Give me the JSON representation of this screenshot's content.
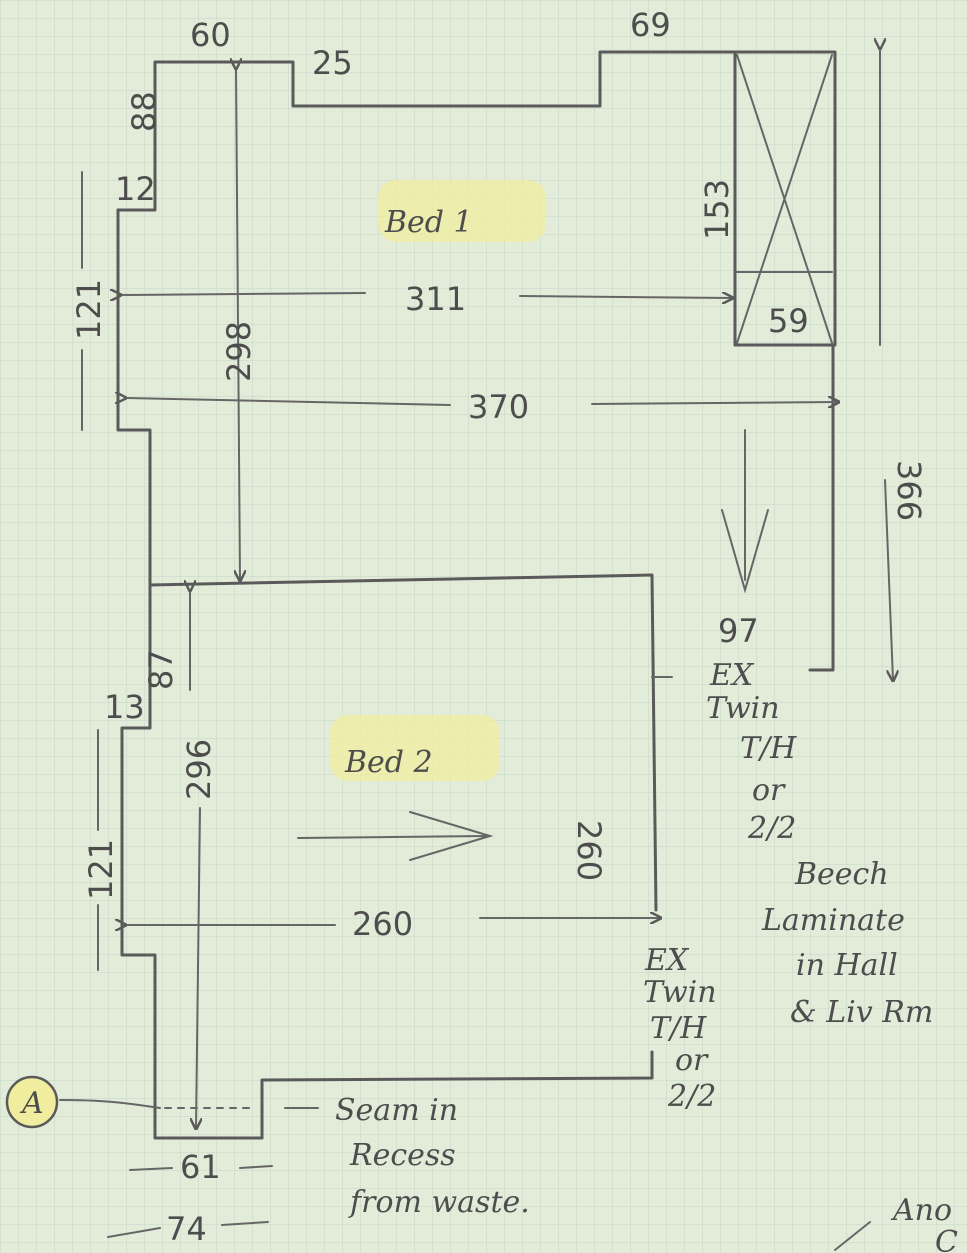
{
  "rooms": {
    "bed1": "Bed 1",
    "bed2": "Bed 2"
  },
  "dimensions": {
    "d60": "60",
    "d69": "69",
    "d25": "25",
    "d88": "88",
    "d12": "12",
    "d153": "153",
    "d59": "59",
    "d311": "311",
    "d121a": "121",
    "d298": "298",
    "d370": "370",
    "d366": "366",
    "d97": "97",
    "d87": "87",
    "d13": "13",
    "d296": "296",
    "d121b": "121",
    "d260h": "260",
    "d260v": "260",
    "d61": "61",
    "d74": "74"
  },
  "notes": {
    "ex1": [
      "EX",
      "Twin",
      "T/H",
      "or",
      "2/2"
    ],
    "ex2": [
      "EX",
      "Twin",
      "T/H",
      "or",
      "2/2"
    ],
    "beech": [
      "Beech",
      "Laminate",
      "in Hall",
      "& Liv Rm"
    ],
    "seam": [
      "Seam in",
      "Recess",
      "from waste."
    ],
    "marker": "A",
    "corner": [
      "Ano",
      "C"
    ]
  },
  "colors": {
    "paper": "#e3ecd9",
    "grid": "#c6d3c8",
    "ink": "#5a5a5a",
    "highlight": "#f0ee9e"
  }
}
